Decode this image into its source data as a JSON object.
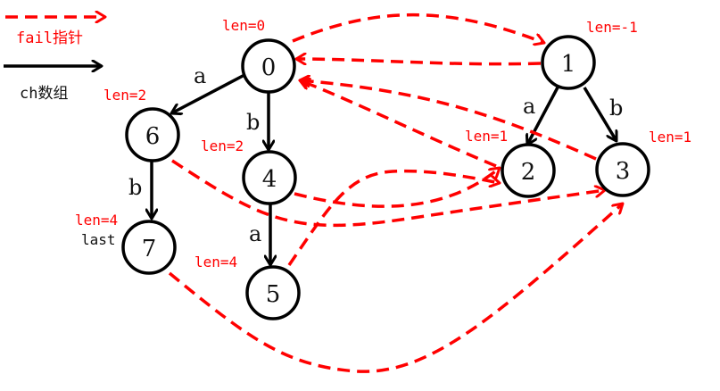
{
  "colors": {
    "fail": "#ff0000",
    "ch": "#000000"
  },
  "legend": {
    "fail_label": "fail指针",
    "ch_label": "ch数组"
  },
  "nodes": [
    {
      "id": "0",
      "len": "len=0"
    },
    {
      "id": "1",
      "len": "len=-1"
    },
    {
      "id": "2",
      "len": "len=1"
    },
    {
      "id": "3",
      "len": "len=1"
    },
    {
      "id": "4",
      "len": "len=2"
    },
    {
      "id": "5",
      "len": "len=4"
    },
    {
      "id": "6",
      "len": "len=2"
    },
    {
      "id": "7",
      "len": "len=4"
    }
  ],
  "last_label": "last",
  "ch_edges": [
    {
      "from": "0",
      "to": "6",
      "char": "a"
    },
    {
      "from": "0",
      "to": "4",
      "char": "b"
    },
    {
      "from": "1",
      "to": "2",
      "char": "a"
    },
    {
      "from": "1",
      "to": "3",
      "char": "b"
    },
    {
      "from": "6",
      "to": "7",
      "char": "b"
    },
    {
      "from": "4",
      "to": "5",
      "char": "a"
    }
  ],
  "fail_edges": [
    {
      "from": "0",
      "to": "1"
    },
    {
      "from": "1",
      "to": "0"
    },
    {
      "from": "2",
      "to": "0"
    },
    {
      "from": "3",
      "to": "0"
    },
    {
      "from": "6",
      "to": "3"
    },
    {
      "from": "4",
      "to": "2"
    },
    {
      "from": "5",
      "to": "2"
    },
    {
      "from": "7",
      "to": "3"
    }
  ]
}
